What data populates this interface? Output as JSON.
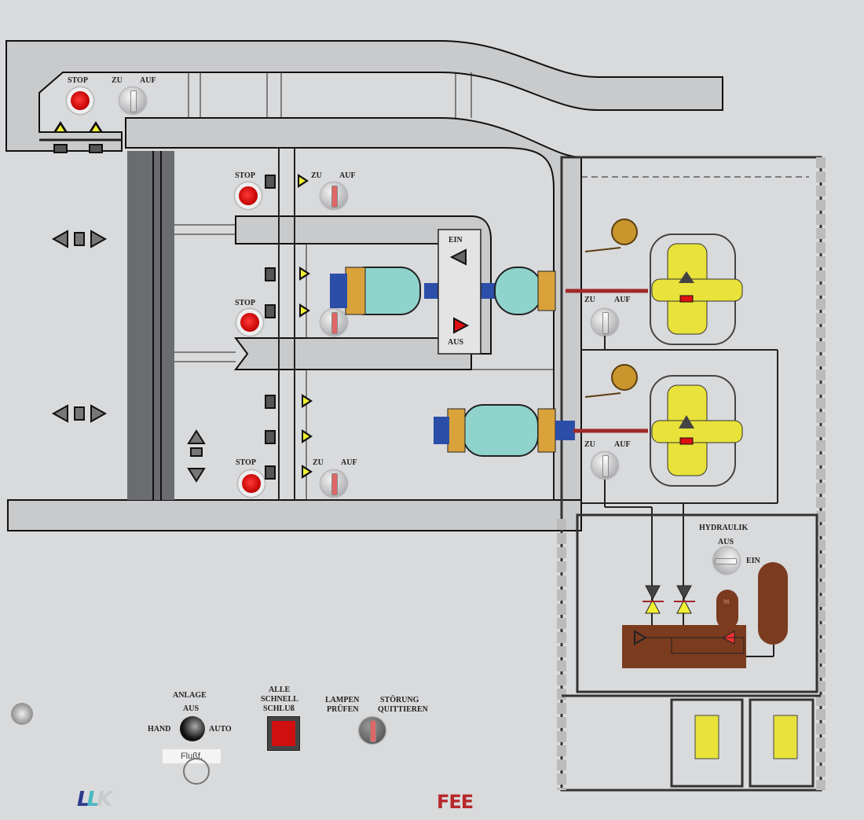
{
  "intake_gate": {
    "stop": "STOP",
    "zu": "ZU",
    "auf": "AUF"
  },
  "gates": [
    {
      "stop": "STOP",
      "zu": "ZU",
      "auf": "AUF"
    },
    {
      "stop": "STOP"
    },
    {
      "stop": "STOP",
      "zu": "ZU",
      "auf": "AUF"
    }
  ],
  "coupling": {
    "ein": "EIN",
    "aus": "AUS"
  },
  "units": [
    {
      "zu": "ZU",
      "auf": "AUF"
    },
    {
      "zu": "ZU",
      "auf": "AUF"
    }
  ],
  "hydraulik": {
    "title": "HYDRAULIK",
    "aus": "AUS",
    "ein": "EIN",
    "motor": "M"
  },
  "anlage": {
    "title": "ANLAGE",
    "aus": "AUS",
    "hand": "HAND",
    "auto": "AUTO",
    "key_tag": "Flußf."
  },
  "schnellschluss": {
    "line1": "ALLE",
    "line2": "SCHNELL",
    "line3": "SCHLUß"
  },
  "lampen": {
    "line1": "LAMPEN",
    "line2": "PRÜFEN"
  },
  "stoerung": {
    "line1": "STÖRUNG",
    "line2": "QUITTIEREN"
  },
  "logos": {
    "left": "LLK",
    "right": "FEE"
  },
  "colors": {
    "panel": "#d9dadc",
    "lamp_red": "#e01010",
    "indicator_yellow": "#f2f032",
    "turbine": "#8fd3cc",
    "generator": "#e8e23a",
    "hydraulic_tank": "#7a3b1f",
    "logo_red": "#b8282a",
    "logo_blue": "#2b3a8c",
    "logo_teal": "#4ab8c0"
  }
}
